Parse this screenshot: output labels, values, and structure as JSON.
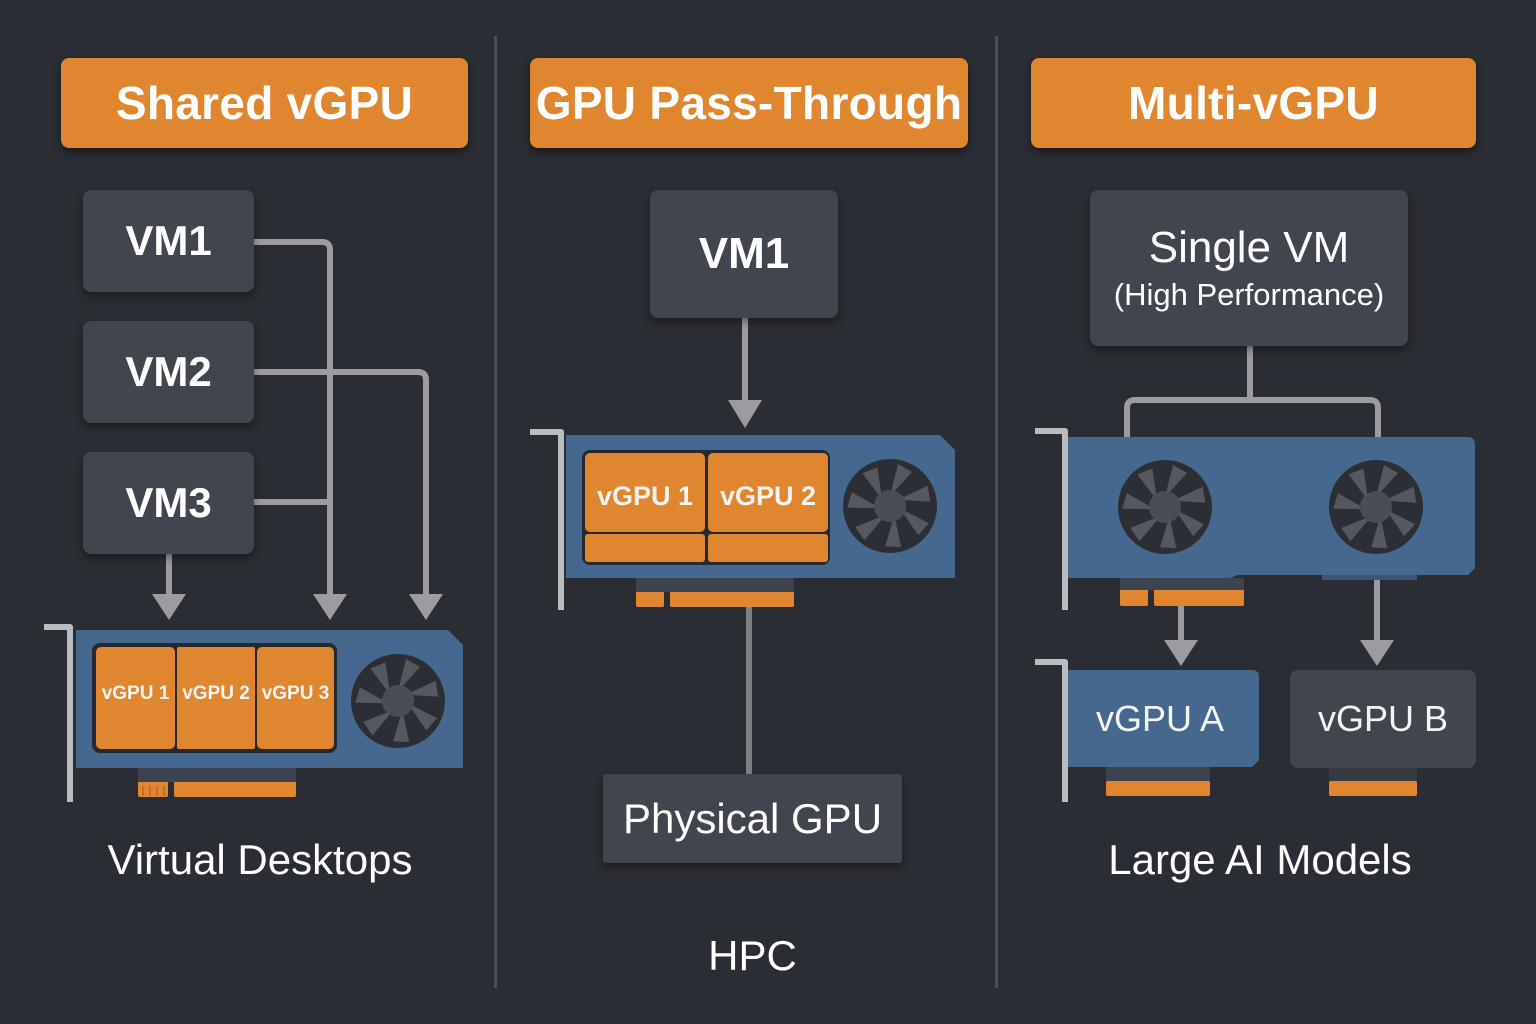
{
  "columns": [
    {
      "title": "Shared vGPU",
      "vms": [
        "VM1",
        "VM2",
        "VM3"
      ],
      "vgpus": [
        "vGPU 1",
        "vGPU 2",
        "vGPU 3"
      ],
      "caption": "Virtual Desktops"
    },
    {
      "title": "GPU Pass-Through",
      "vms": [
        "VM1"
      ],
      "vgpus": [
        "vGPU 1",
        "vGPU 2"
      ],
      "physical_gpu": "Physical GPU",
      "caption": "HPC"
    },
    {
      "title": "Multi-vGPU",
      "vm_title": "Single VM",
      "vm_subtitle": "(High Performance)",
      "vgpus": [
        "vGPU A",
        "vGPU B"
      ],
      "caption": "Large AI Models"
    }
  ],
  "colors": {
    "background": "#2a2d33",
    "accent_orange": "#e0862f",
    "card_blue": "#46688e",
    "box_gray": "#41454d",
    "connector_gray": "#9a9ca0"
  }
}
